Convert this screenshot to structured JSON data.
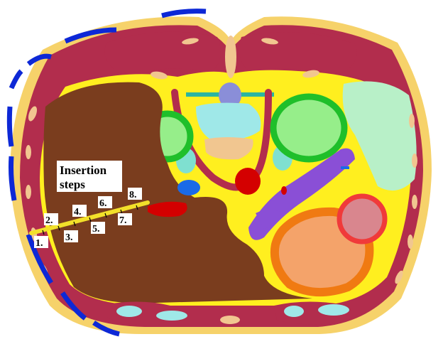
{
  "title_lines": [
    "Insertion",
    "steps"
  ],
  "steps": [
    "1.",
    "2.",
    "3.",
    "4.",
    "5.",
    "6.",
    "7.",
    "8."
  ],
  "colors": {
    "skin_outline": "#f6d26a",
    "muscle": "#b22d4d",
    "fat": "#ffef1f",
    "liver": "#7a3d1e",
    "stomach": "#f4a36a",
    "stomach_rim": "#f07a12",
    "spleen": "#b8f0c8",
    "pancreas": "#8a4fd6",
    "kidney_rim": "#1fbf2a",
    "kidney_fill": "#96ee8a",
    "vertebra": "#f1c690",
    "spinal_cord": "#8a8ed8",
    "aorta": "#d40000",
    "ivc_blue": "#1a6ae8",
    "electrode_blue": "#0d28d6",
    "needle": "#f2e02a",
    "bowel_pink": "#d9868e",
    "cyan_tissue": "#9fe8e8"
  }
}
